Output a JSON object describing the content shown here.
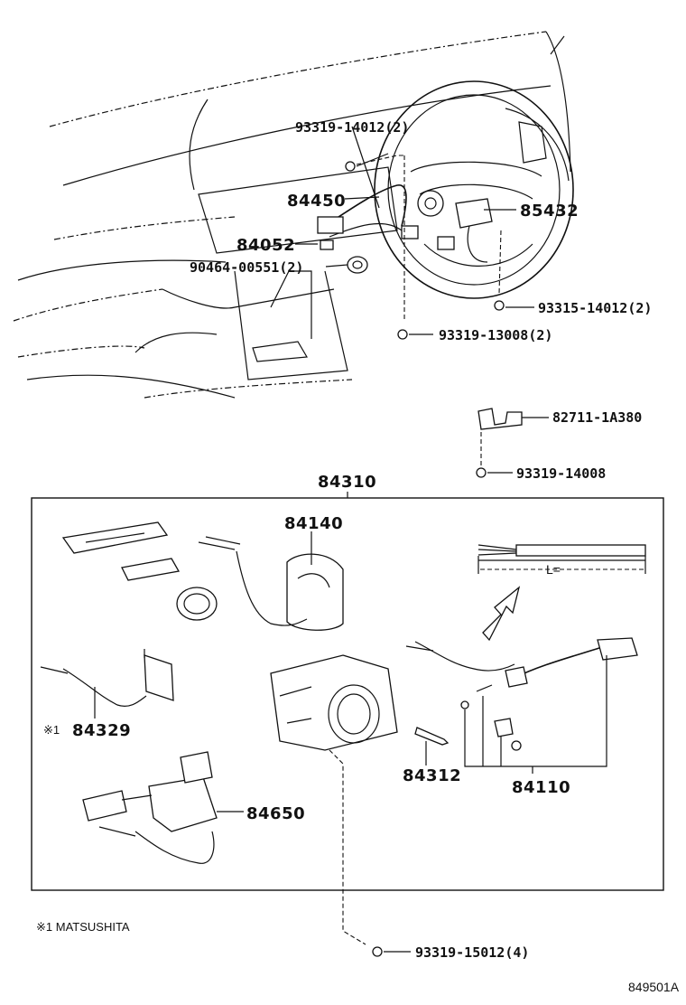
{
  "labels": {
    "p93319_14012": "93319-14012(2)",
    "p84450": "84450",
    "p85432": "85432",
    "p84052": "84052",
    "p90464_00551": "90464-00551(2)",
    "p93315_14012": "93315-14012(2)",
    "p93319_13008": "93319-13008(2)",
    "p82711_1A380": "82711-1A380",
    "p93319_14008": "93319-14008",
    "p84310": "84310",
    "p84140": "84140",
    "p84329": "84329",
    "p84329_mark": "※1",
    "p84312": "84312",
    "p84110": "84110",
    "p84650": "84650",
    "p93319_15012": "93319-15012(4)",
    "length_label": "L="
  },
  "footnote": "※1 MATSUSHITA",
  "diagram_code": "849501A"
}
